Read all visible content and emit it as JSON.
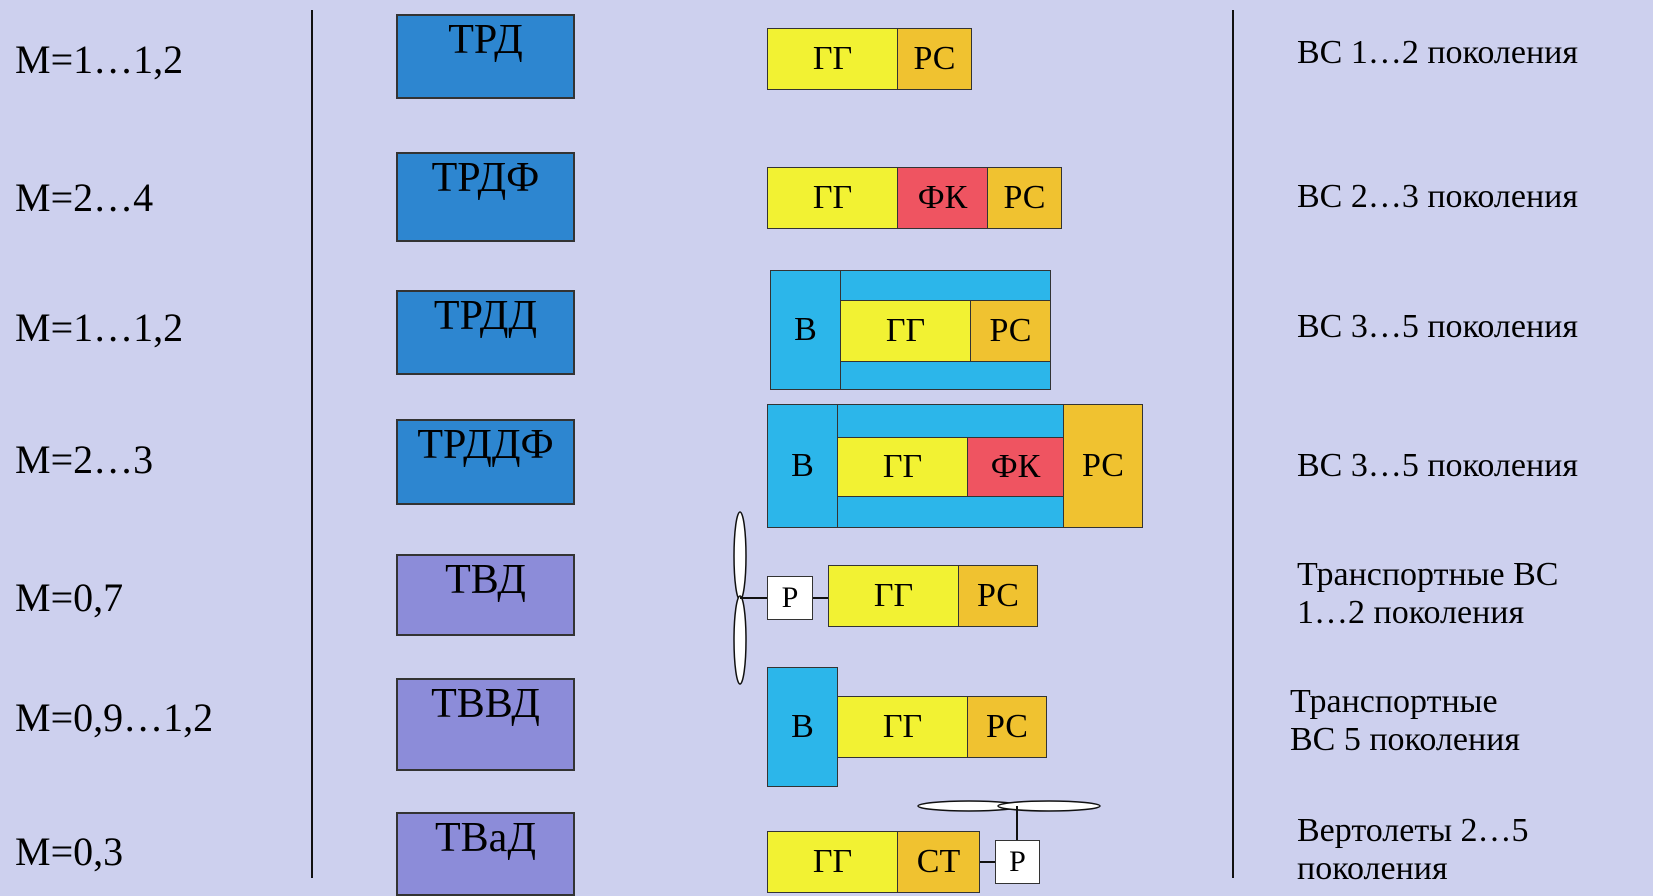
{
  "mach": [
    "M=1…1,2",
    "M=2…4",
    "M=1…1,2",
    "M=2…3",
    "M=0,7",
    "M=0,9…1,2",
    "M=0,3"
  ],
  "types": [
    "ТРД",
    "ТРДФ",
    "ТРДД",
    "ТРДДФ",
    "ТВД",
    "ТВВД",
    "ТВаД"
  ],
  "blocks": {
    "gg": "ГГ",
    "rs": "РС",
    "fk": "ФК",
    "v": "В",
    "p": "Р",
    "st": "СТ"
  },
  "generations": {
    "g1": "ВС 1…2 поколения",
    "g2": "ВС 2…3 поколения",
    "g3": "ВС 3…5 поколения",
    "g4": "ВС 3…5 поколения",
    "g5": [
      "Транспортные ВС",
      "1…2 поколения"
    ],
    "g6": [
      "Транспортные",
      "ВС 5 поколения"
    ],
    "g7": [
      "Вертолеты 2…5",
      "поколения"
    ]
  },
  "colors": {
    "background": "#cdd0ee",
    "turbojet_box": "#2d86d0",
    "turboprop_box": "#8c8cd9",
    "gas_generator": "#f2f233",
    "nozzle": "#f0c230",
    "afterburner": "#ef5461",
    "fan": "#2cb6ea"
  }
}
